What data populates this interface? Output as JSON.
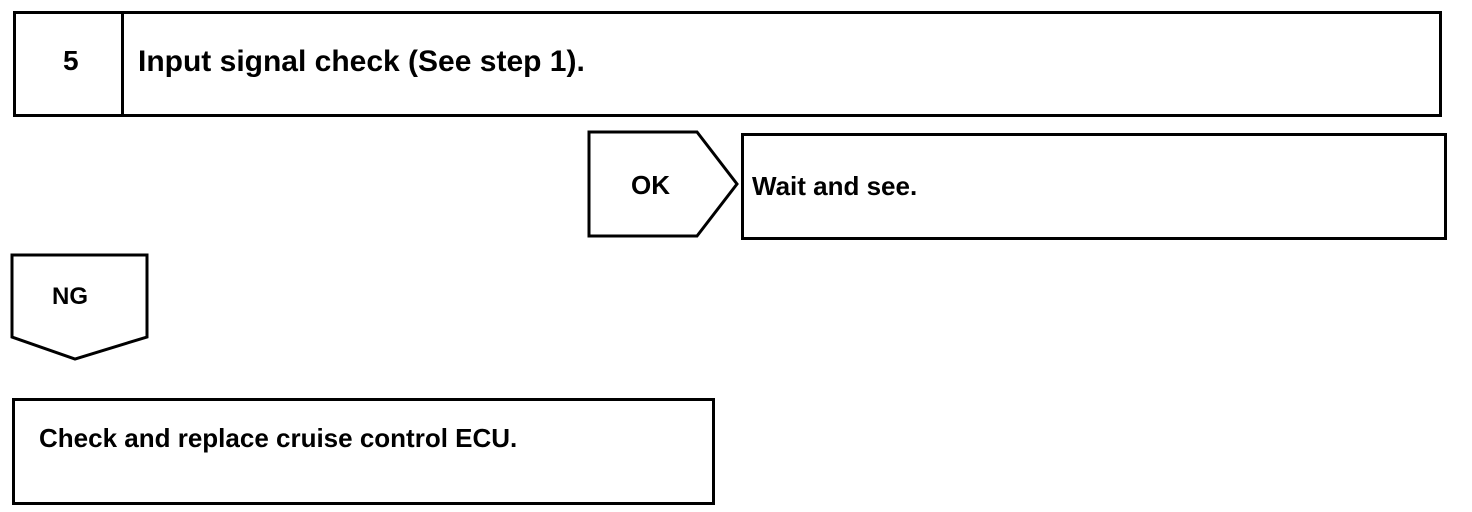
{
  "step": {
    "number": "5",
    "title": "Input signal check (See step 1)."
  },
  "ok_branch": {
    "label": "OK",
    "result": "Wait and see."
  },
  "ng_branch": {
    "label": "NG",
    "result": "Check and replace cruise control ECU."
  }
}
